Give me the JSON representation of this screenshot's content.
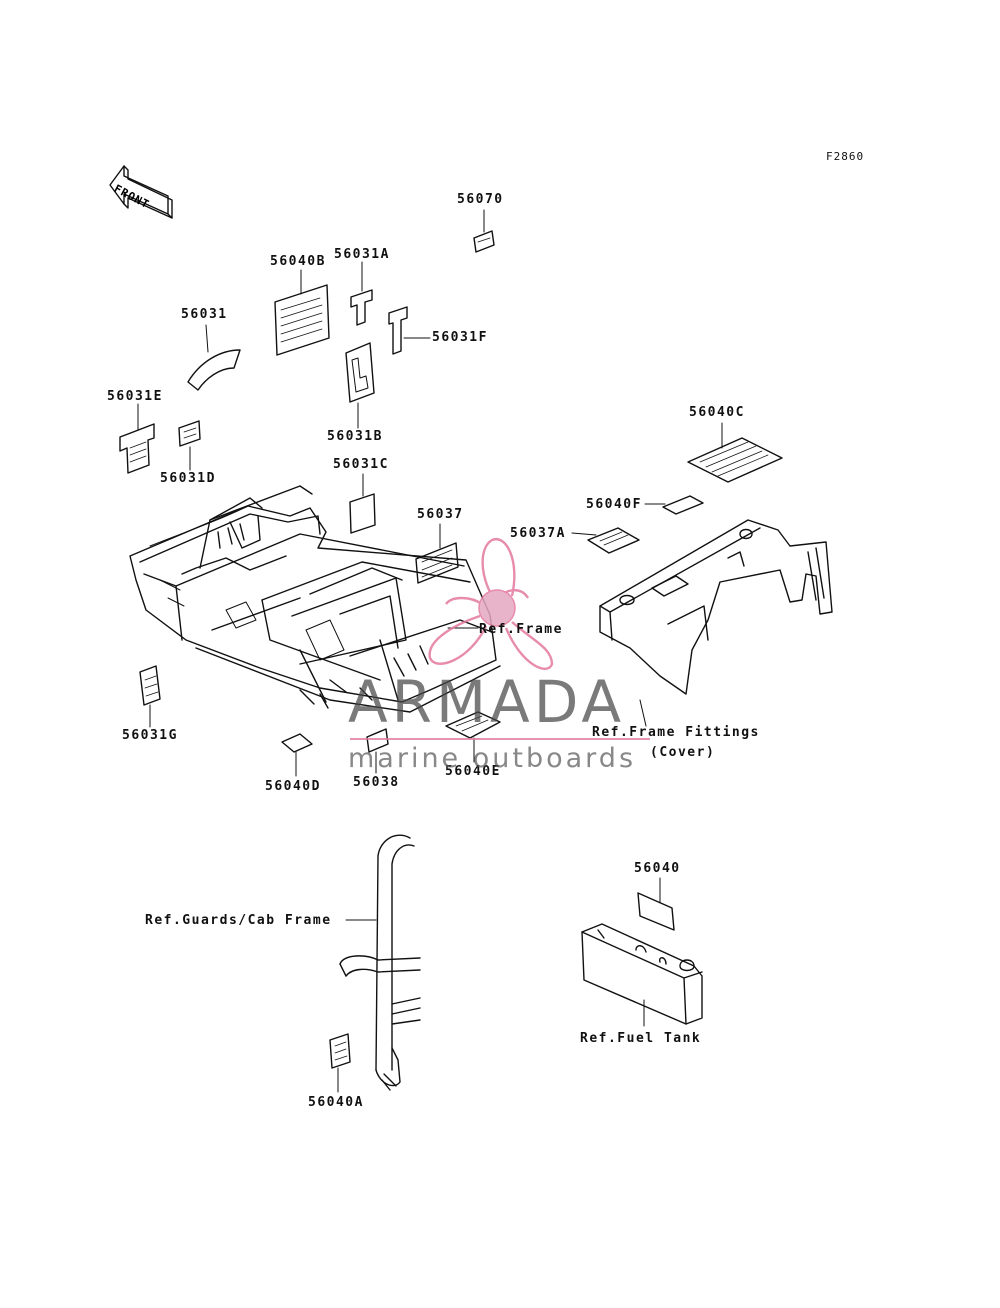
{
  "figure_code": "F2860",
  "front_label": "FRONT",
  "parts": {
    "p56070": "56070",
    "p56040B": "56040B",
    "p56031A": "56031A",
    "p56031": "56031",
    "p56031F": "56031F",
    "p56031E": "56031E",
    "p56031B": "56031B",
    "p56031D": "56031D",
    "p56031C": "56031C",
    "p56040C": "56040C",
    "p56040F": "56040F",
    "p56037": "56037",
    "p56037A": "56037A",
    "p56031G": "56031G",
    "p56040D": "56040D",
    "p56038": "56038",
    "p56040E": "56040E",
    "p56040": "56040",
    "p56040A": "56040A"
  },
  "refs": {
    "frame": "Ref.Frame",
    "frame_fittings_line1": "Ref.Frame Fittings",
    "frame_fittings_line2": "(Cover)",
    "guards": "Ref.Guards/Cab Frame",
    "fuel_tank": "Ref.Fuel Tank"
  },
  "watermark": {
    "title": "ARMADA",
    "subtitle": "marine outboards",
    "colors": {
      "pink": "#e4789f",
      "gray": "#555555"
    }
  }
}
